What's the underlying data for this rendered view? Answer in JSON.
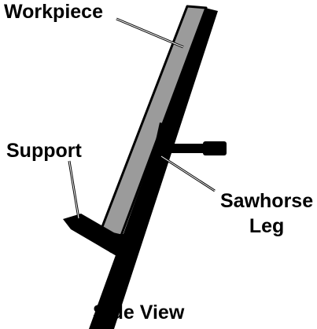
{
  "diagram": {
    "labels": {
      "workpiece": "Workpiece",
      "support": "Support",
      "sawhorse_line1": "Sawhorse",
      "sawhorse_line2": "Leg",
      "caption": "Side View"
    },
    "colors": {
      "leg": "#000000",
      "workpiece": "#9b9b9b",
      "background": "#ffffff"
    }
  }
}
